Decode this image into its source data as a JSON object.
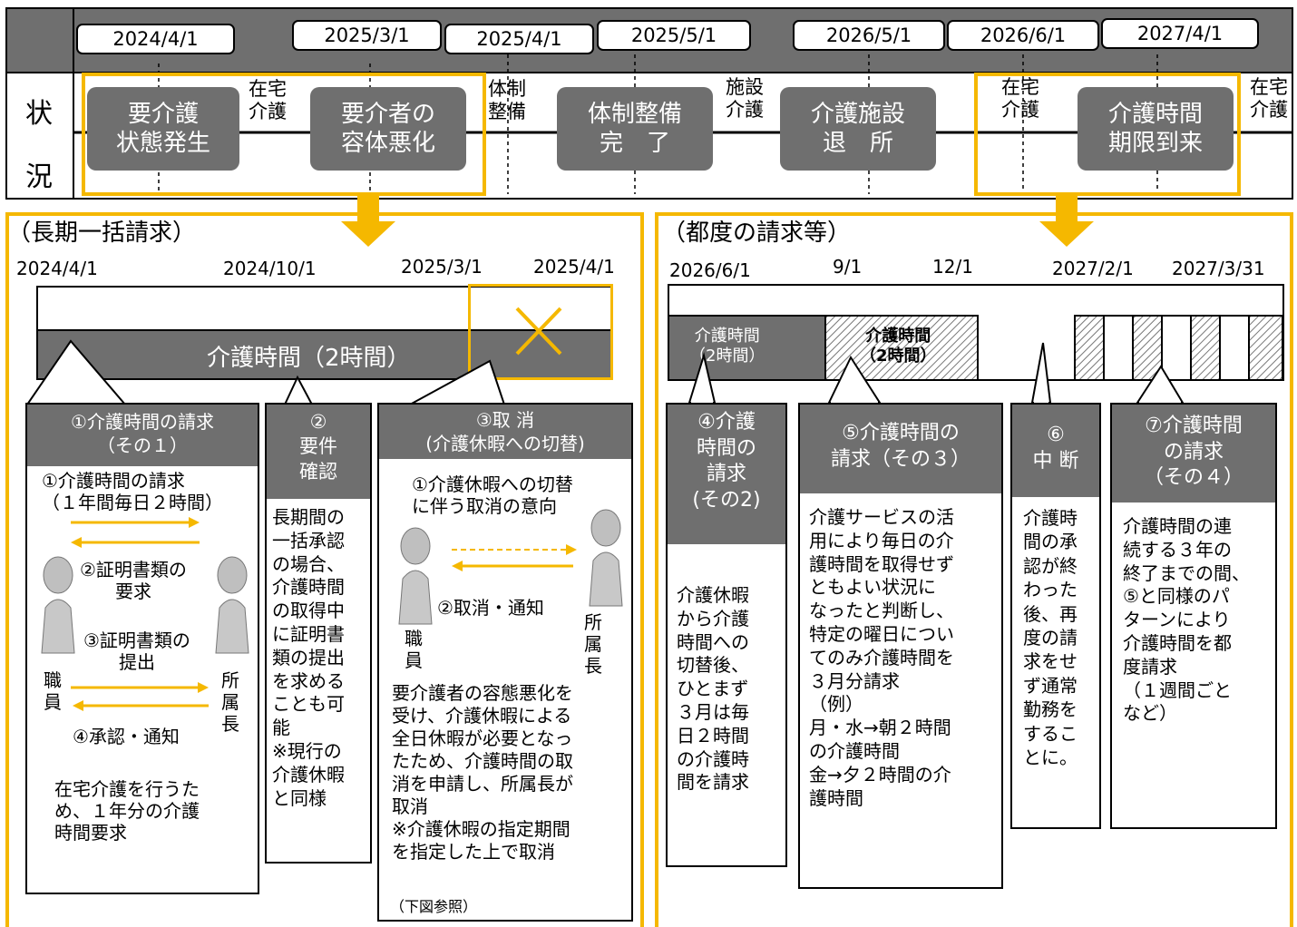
{
  "timeline": {
    "row_label": [
      "状",
      "況"
    ],
    "dates": [
      "2024/4/1",
      "2025/3/1",
      "2025/4/1",
      "2025/5/1",
      "2026/5/1",
      "2026/6/1",
      "2027/4/1"
    ],
    "events": [
      "要介護\n状態発生",
      "要介者の\n容体悪化",
      "体制整備\n完　了",
      "介護施設\n退　所",
      "介護時間\n期限到来"
    ],
    "labels": [
      "在宅\n介護",
      "体制\n整備",
      "施設\n介護",
      "在宅\n介護",
      "在宅\n介護"
    ]
  },
  "left": {
    "title": "（長期一括請求）",
    "dates": [
      "2024/4/1",
      "2024/10/1",
      "2025/3/1",
      "2025/4/1"
    ],
    "bar_label": "介護時間（2時間）",
    "cross": "×",
    "card1": {
      "head": "①介護時間の請求\n（その１）",
      "line1": "①介護時間の請求\n（１年間毎日２時間）",
      "line2": "②証明書類の\n要求",
      "line3": "③証明書類の\n提出",
      "line4": "④承認・通知",
      "staff": "職\n員",
      "boss": "所\n属\n長",
      "note": "在宅介護を行うた\nめ、１年分の介護\n時間要求"
    },
    "card2": {
      "head": "②\n要件\n確認",
      "body": "長期間の\n一括承認\nの場合、\n介護時間\nの取得中\nに証明書\n類の提出\nを求める\nことも可\n能\n※現行の\n介護休暇\nと同様"
    },
    "card3": {
      "head": "③取 消\n(介護休暇への切替)",
      "line1": "①介護休暇への切替\nに伴う取消の意向",
      "line2": "②取消・通知",
      "staff": "職\n員",
      "boss": "所\n属\n長",
      "body": "要介護者の容態悪化を\n受け、介護休暇による\n全日休暇が必要となっ\nたため、介護時間の取\n消を申請し、所属長が\n取消\n※介護休暇の指定期間\nを指定した上で取消",
      "footnote": "（下図参照）"
    }
  },
  "right": {
    "title": "（都度の請求等）",
    "dates": [
      "2026/6/1",
      "9/1",
      "12/1",
      "2027/2/1",
      "2027/3/31"
    ],
    "bar1": "介護時間\n（2時間）",
    "bar2": "介護時間\n（2時間）",
    "card4": {
      "head": "④介護\n時間の\n請求\n(その2)",
      "body": "介護休暇\nから介護\n時間への\n切替後、\nひとまず\n３月は毎\n日２時間\nの介護時\n間を請求"
    },
    "card5": {
      "head": "⑤介護時間の\n請求（その３）",
      "body": "介護サービスの活\n用により毎日の介\n護時間を取得せず\nともよい状況に\nなったと判断し、\n特定の曜日につい\nてのみ介護時間を\n３月分請求\n（例）\n月・水→朝２時間\nの介護時間\n金→夕２時間の介\n護時間"
    },
    "card6": {
      "head": "⑥\n中 断",
      "body": "介護時\n間の承\n認が終\nわった\n後、再\n度の請\n求をせ\nず通常\n勤務を\nするこ\nとに。"
    },
    "card7": {
      "head": "⑦介護時間\nの請求\n（その４）",
      "body": "介護時間の連\n続する３年の\n終了までの間、\n⑤と同様のパ\nターンにより\n介護時間を都\n度請求\n（１週間ごと\nなど）"
    }
  },
  "colors": {
    "gray": "#6f6f6f",
    "yellow": "#f5b800",
    "header_gray": "#6f6f6f"
  }
}
